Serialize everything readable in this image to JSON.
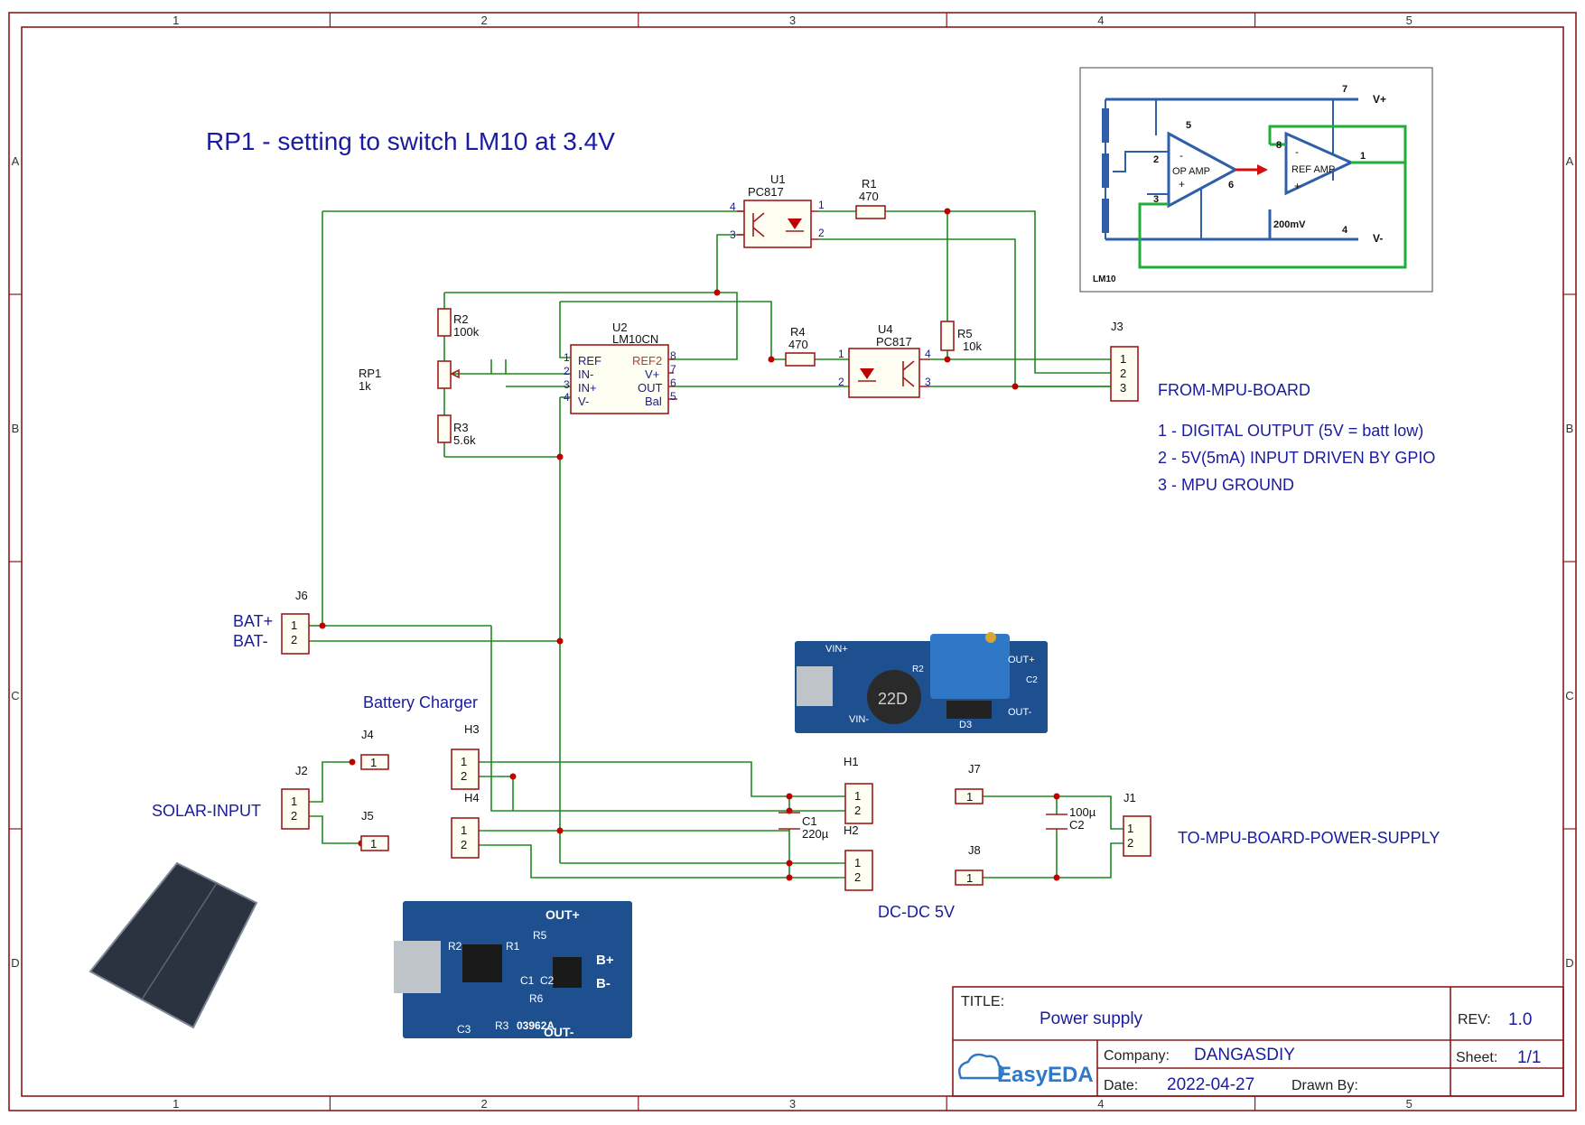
{
  "frame": {
    "cols": [
      "1",
      "2",
      "3",
      "4",
      "5"
    ],
    "rows": [
      "A",
      "B",
      "C",
      "D"
    ]
  },
  "notes": {
    "headline": "RP1 - setting to switch LM10 at 3.4V",
    "from_mpu": "FROM-MPU-BOARD",
    "pin1": "1 - DIGITAL OUTPUT (5V = batt low)",
    "pin2": "2 - 5V(5mA) INPUT DRIVEN BY GPIO",
    "pin3": "3 - MPU GROUND",
    "battery_charger": "Battery Charger",
    "solar_input": "SOLAR-INPUT",
    "to_mpu_supply": "TO-MPU-BOARD-POWER-SUPPLY",
    "dcdc": "DC-DC 5V",
    "bat_plus": "BAT+",
    "bat_minus": "BAT-"
  },
  "components": {
    "U1": {
      "ref": "U1",
      "value": "PC817",
      "pins": [
        "1",
        "2",
        "3",
        "4"
      ]
    },
    "U4": {
      "ref": "U4",
      "value": "PC817",
      "pins": [
        "1",
        "2",
        "3",
        "4"
      ]
    },
    "U2": {
      "ref": "U2",
      "value": "LM10CN",
      "left_pins": [
        {
          "n": "1",
          "name": "REF"
        },
        {
          "n": "2",
          "name": "IN-"
        },
        {
          "n": "3",
          "name": "IN+"
        },
        {
          "n": "4",
          "name": "V-"
        }
      ],
      "right_pins": [
        {
          "n": "8",
          "name": "REF2"
        },
        {
          "n": "7",
          "name": "V+"
        },
        {
          "n": "6",
          "name": "OUT"
        },
        {
          "n": "5",
          "name": "Bal"
        }
      ]
    },
    "R1": {
      "ref": "R1",
      "value": "470"
    },
    "R2": {
      "ref": "R2",
      "value": "100k"
    },
    "R3": {
      "ref": "R3",
      "value": "5.6k"
    },
    "R4": {
      "ref": "R4",
      "value": "470"
    },
    "R5": {
      "ref": "R5",
      "value": "10k"
    },
    "RP1": {
      "ref": "RP1",
      "value": "1k"
    },
    "C1": {
      "ref": "C1",
      "value": "220µ"
    },
    "C2": {
      "ref": "C2",
      "value": "100µ"
    },
    "J1": {
      "ref": "J1",
      "pins": [
        "1",
        "2"
      ]
    },
    "J2": {
      "ref": "J2",
      "pins": [
        "1",
        "2"
      ]
    },
    "J3": {
      "ref": "J3",
      "pins": [
        "1",
        "2",
        "3"
      ]
    },
    "J4": {
      "ref": "J4",
      "pins": [
        "1"
      ]
    },
    "J5": {
      "ref": "J5",
      "pins": [
        "1"
      ]
    },
    "J6": {
      "ref": "J6",
      "pins": [
        "1",
        "2"
      ]
    },
    "J7": {
      "ref": "J7",
      "pins": [
        "1"
      ]
    },
    "J8": {
      "ref": "J8",
      "pins": [
        "1"
      ]
    },
    "H1": {
      "ref": "H1",
      "pins": [
        "1",
        "2"
      ]
    },
    "H2": {
      "ref": "H2",
      "pins": [
        "1",
        "2"
      ]
    },
    "H3": {
      "ref": "H3",
      "pins": [
        "1",
        "2"
      ]
    },
    "H4": {
      "ref": "H4",
      "pins": [
        "1",
        "2"
      ]
    }
  },
  "inset": {
    "opamp": "OP AMP",
    "refamp": "REF AMP",
    "vplus": "V+",
    "vminus": "V-",
    "ref_voltage": "200mV",
    "chip": "LM10",
    "pins": {
      "p1": "1",
      "p2": "2",
      "p3": "3",
      "p4": "4",
      "p5": "5",
      "p6": "6",
      "p7": "7",
      "p8": "8"
    },
    "minus": "-",
    "plus": "+"
  },
  "boards": {
    "boost": {
      "vin_plus": "VIN+",
      "out_plus": "OUT+",
      "out_minus": "OUT-",
      "vin_minus": "VIN-",
      "inductor": "22D",
      "diode": "D3",
      "res": "R2",
      "cap": "C2"
    },
    "charger": {
      "out_plus": "OUT+",
      "out_minus": "OUT-",
      "b_plus": "B+",
      "b_minus": "B-",
      "chip": "03962A",
      "r1": "R1",
      "r2": "R2",
      "r3": "R3",
      "r5": "R5",
      "r6": "R6",
      "c1": "C1",
      "c2": "C2",
      "c3": "C3"
    }
  },
  "title_block": {
    "title_label": "TITLE:",
    "title": "Power supply",
    "rev_label": "REV:",
    "rev": "1.0",
    "company_label": "Company:",
    "company": "DANGASDIY",
    "sheet_label": "Sheet:",
    "sheet": "1/1",
    "date_label": "Date:",
    "date": "2022-04-27",
    "drawn_label": "Drawn By:",
    "logo": "EasyEDA"
  },
  "colors": {
    "frame": "#8b1a1a",
    "wire": "#1f8a1f",
    "component": "#a01c1c",
    "note_text": "#1b1ba0",
    "junction": "#c00000"
  }
}
